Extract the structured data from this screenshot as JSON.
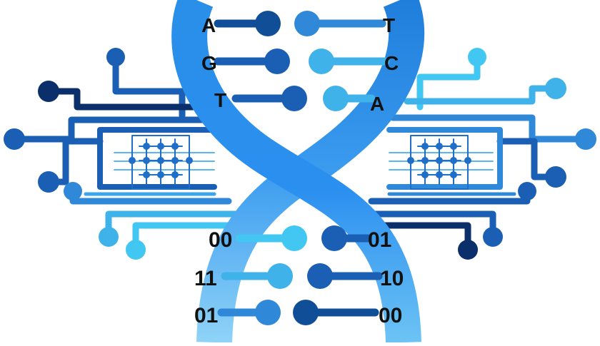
{
  "colors": {
    "helix_left": "#2a8fe8",
    "helix_right": "#3aa0ef",
    "circuit_dark": "#0a2f6b",
    "circuit_mid": "#1a5fb4",
    "circuit_light": "#2fa4e6",
    "circuit_cyan": "#41c7f2",
    "rung_dark": "#104f98",
    "rung_light": "#3fb2ea",
    "label": "#111111"
  },
  "bases_left": [
    "A",
    "G",
    "T"
  ],
  "bases_right": [
    "T",
    "C",
    "A"
  ],
  "bits_left": [
    "00",
    "11",
    "01"
  ],
  "bits_right": [
    "01",
    "10",
    "00"
  ]
}
